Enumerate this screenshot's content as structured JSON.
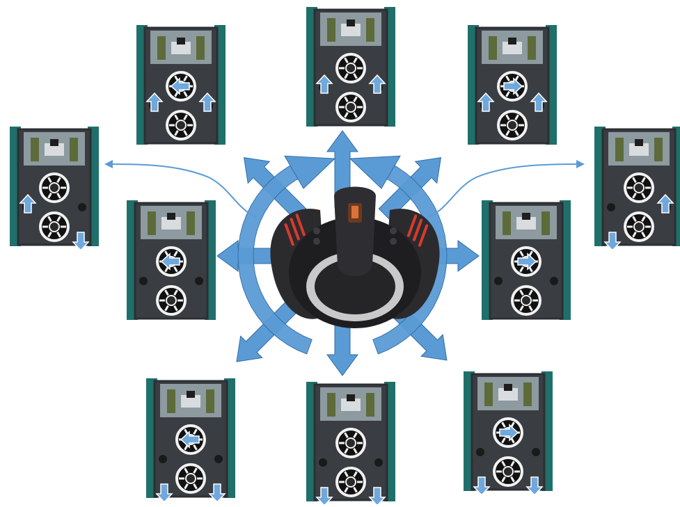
{
  "diagram": {
    "center": {
      "device": "joystick",
      "icon": "joystick-icon"
    },
    "colors": {
      "arrow_fill": "#5b9bd5",
      "arrow_stroke": "#2f6da8",
      "robot_frame": "#2c2f33",
      "robot_plate": "#3a3d42",
      "robot_side": "#1f6f6a",
      "wheel_ring": "#f2f2f2",
      "joystick_body": "#2b2b2e",
      "joystick_accent": "#d83a2e"
    },
    "directions": [
      {
        "id": "forward",
        "arrow_icon": "arrow-up-icon",
        "robot": {
          "fan_top": "none",
          "fan_bottom": "none",
          "thrusters": [
            "up-left",
            "up-right"
          ]
        }
      },
      {
        "id": "forward-left",
        "arrow_icon": "arrow-up-left-icon",
        "robot": {
          "fan_top": "left",
          "fan_bottom": "none",
          "thrusters": [
            "up-left",
            "up-right"
          ]
        }
      },
      {
        "id": "forward-right",
        "arrow_icon": "arrow-up-right-icon",
        "robot": {
          "fan_top": "right",
          "fan_bottom": "none",
          "thrusters": [
            "up-left",
            "up-right"
          ]
        }
      },
      {
        "id": "left",
        "arrow_icon": "arrow-left-icon",
        "robot": {
          "fan_top": "left",
          "fan_bottom": "none",
          "thrusters": []
        }
      },
      {
        "id": "right",
        "arrow_icon": "arrow-right-icon",
        "robot": {
          "fan_top": "right",
          "fan_bottom": "none",
          "thrusters": []
        }
      },
      {
        "id": "backward",
        "arrow_icon": "arrow-down-icon",
        "robot": {
          "fan_top": "none",
          "fan_bottom": "none",
          "thrusters": [
            "down-left",
            "down-right"
          ]
        }
      },
      {
        "id": "backward-left",
        "arrow_icon": "arrow-down-left-icon",
        "robot": {
          "fan_top": "left",
          "fan_bottom": "none",
          "thrusters": [
            "down-left",
            "down-right"
          ]
        }
      },
      {
        "id": "backward-right",
        "arrow_icon": "arrow-down-right-icon",
        "robot": {
          "fan_top": "right",
          "fan_bottom": "none",
          "thrusters": [
            "down-left",
            "down-right"
          ]
        }
      },
      {
        "id": "rotate-counterclockwise",
        "arrow_icon": "rotate-left-icon",
        "robot": {
          "fan_top": "none",
          "fan_bottom": "none",
          "thrusters": [
            "up-left",
            "down-right"
          ]
        }
      },
      {
        "id": "rotate-clockwise",
        "arrow_icon": "rotate-right-icon",
        "robot": {
          "fan_top": "none",
          "fan_bottom": "none",
          "thrusters": [
            "up-right",
            "down-left"
          ]
        }
      }
    ]
  }
}
